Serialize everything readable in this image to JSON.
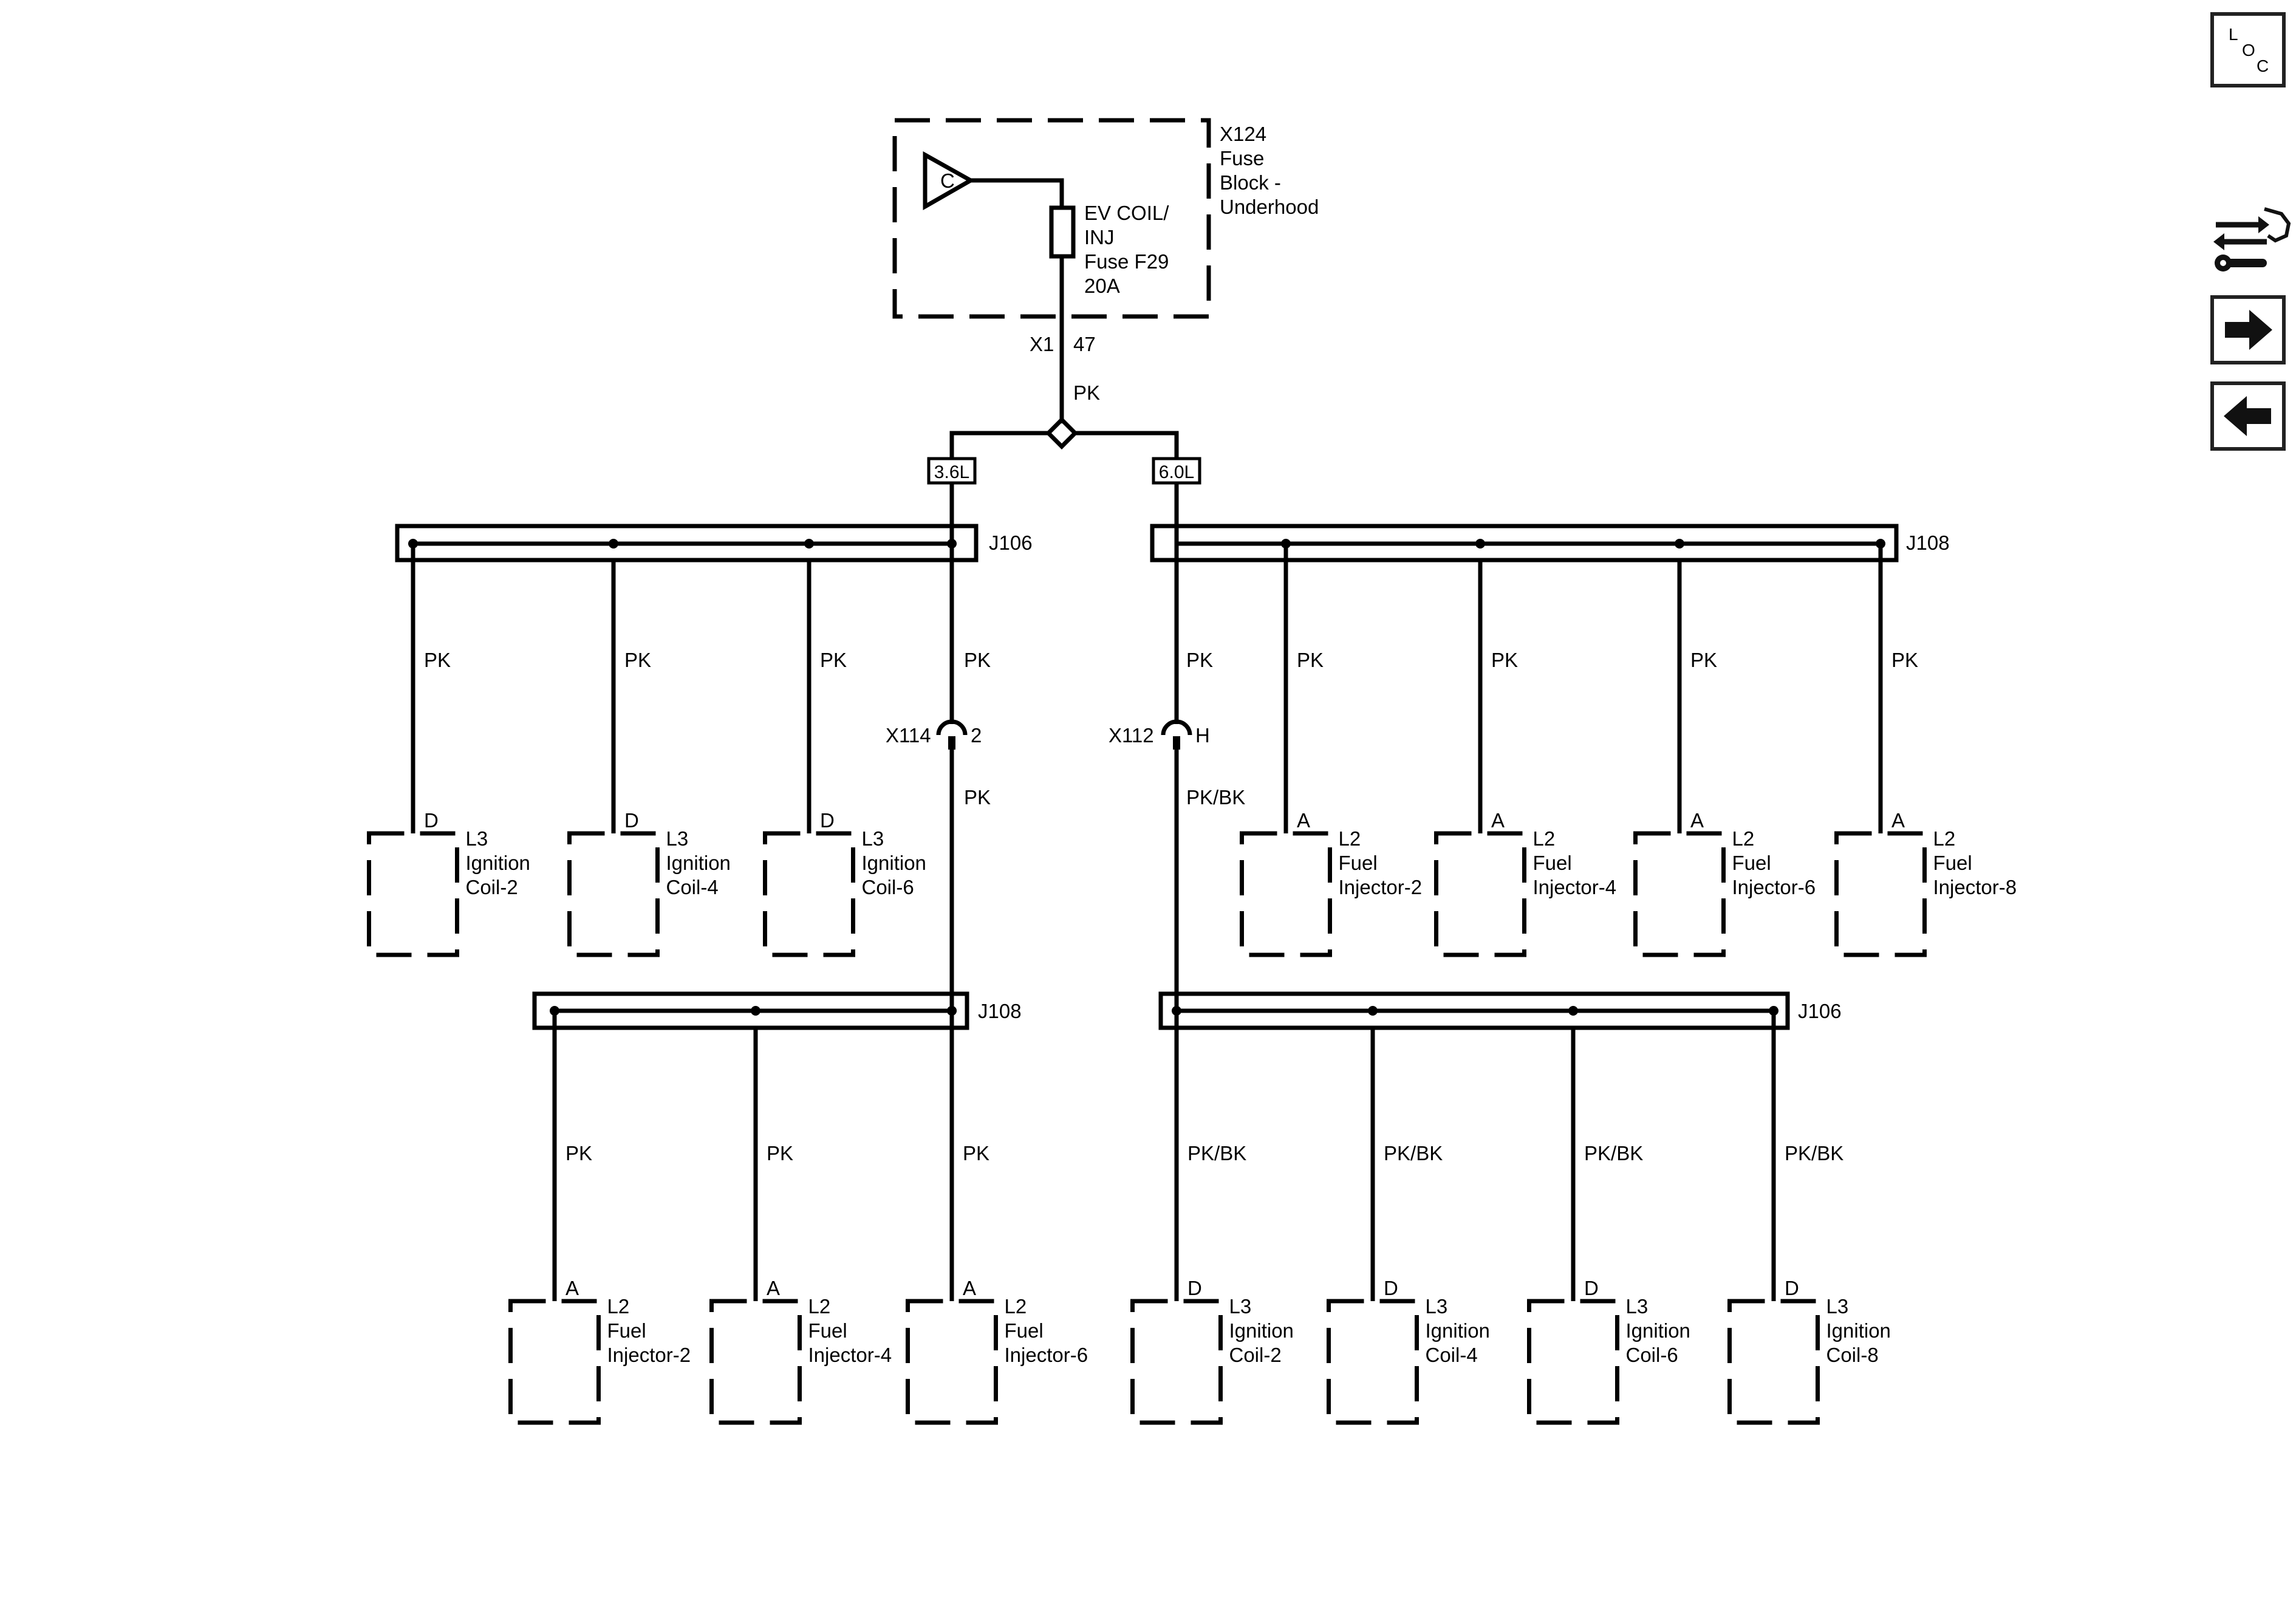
{
  "fuse_block": {
    "title_lines": [
      "X124",
      "Fuse",
      "Block -",
      "Underhood"
    ],
    "power_symbol": "C",
    "fuse_lines": [
      "EV COIL/",
      "INJ",
      "Fuse F29",
      "20A"
    ],
    "connector": "X1",
    "pin": "47",
    "wire_color": "PK"
  },
  "options": {
    "left": "3.6L",
    "right": "6.0L"
  },
  "splices": {
    "upper_left": "J106",
    "upper_right": "J108",
    "lower_left": "J108",
    "lower_right": "J106"
  },
  "inline_connectors": {
    "left": {
      "name": "X114",
      "pin": "2",
      "wire_in": "PK",
      "wire_out": "PK"
    },
    "right": {
      "name": "X112",
      "pin": "H",
      "wire_in": "PK",
      "wire_out": "PK/BK"
    }
  },
  "upper_left_branches": [
    {
      "wire": "PK",
      "pin": "D",
      "lines": [
        "L3",
        "Ignition",
        "Coil-2"
      ]
    },
    {
      "wire": "PK",
      "pin": "D",
      "lines": [
        "L3",
        "Ignition",
        "Coil-4"
      ]
    },
    {
      "wire": "PK",
      "pin": "D",
      "lines": [
        "L3",
        "Ignition",
        "Coil-6"
      ]
    }
  ],
  "upper_right_branches": [
    {
      "wire": "PK",
      "pin": "A",
      "lines": [
        "L2",
        "Fuel",
        "Injector-2"
      ]
    },
    {
      "wire": "PK",
      "pin": "A",
      "lines": [
        "L2",
        "Fuel",
        "Injector-4"
      ]
    },
    {
      "wire": "PK",
      "pin": "A",
      "lines": [
        "L2",
        "Fuel",
        "Injector-6"
      ]
    },
    {
      "wire": "PK",
      "pin": "A",
      "lines": [
        "L2",
        "Fuel",
        "Injector-8"
      ]
    }
  ],
  "lower_left_branches": [
    {
      "wire": "PK",
      "pin": "A",
      "lines": [
        "L2",
        "Fuel",
        "Injector-2"
      ]
    },
    {
      "wire": "PK",
      "pin": "A",
      "lines": [
        "L2",
        "Fuel",
        "Injector-4"
      ]
    },
    {
      "wire": "PK",
      "pin": "A",
      "lines": [
        "L2",
        "Fuel",
        "Injector-6"
      ]
    }
  ],
  "lower_right_branches": [
    {
      "wire": "PK/BK",
      "pin": "D",
      "lines": [
        "L3",
        "Ignition",
        "Coil-2"
      ]
    },
    {
      "wire": "PK/BK",
      "pin": "D",
      "lines": [
        "L3",
        "Ignition",
        "Coil-4"
      ]
    },
    {
      "wire": "PK/BK",
      "pin": "D",
      "lines": [
        "L3",
        "Ignition",
        "Coil-6"
      ]
    },
    {
      "wire": "PK/BK",
      "pin": "D",
      "lines": [
        "L3",
        "Ignition",
        "Coil-8"
      ]
    }
  ],
  "toolbar": {
    "loc": {
      "l": "L",
      "o": "O",
      "c": "C",
      "icon": "loc-icon"
    },
    "icons": [
      "component-locator-icon",
      "next-arrow-icon",
      "previous-arrow-icon"
    ]
  }
}
